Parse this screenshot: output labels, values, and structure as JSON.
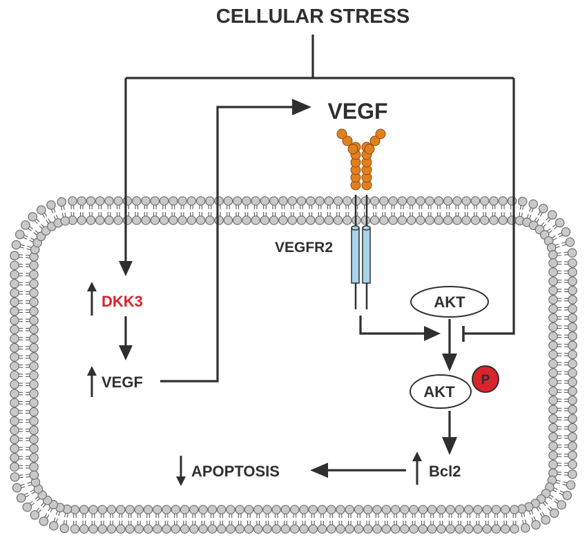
{
  "title": "CELLULAR STRESS",
  "labels": {
    "vegf_ligand": "VEGF",
    "receptor": "VEGFR2",
    "dkk3": "DKK3",
    "vegf_inside": "VEGF",
    "akt": "AKT",
    "akt_phospho": "AKT",
    "phospho": "P",
    "bcl2": "Bcl2",
    "apoptosis": "APOPTOSIS"
  },
  "colors": {
    "text": "#2f2f2f",
    "dkk3": "#d9232d",
    "ligand": "#e0801e",
    "receptor": "#a8d4ec",
    "phospho": "#d9232d",
    "membrane_head": "#c9c9c9"
  },
  "icons": {
    "up": "up-arrow-icon",
    "down": "down-arrow-icon"
  }
}
